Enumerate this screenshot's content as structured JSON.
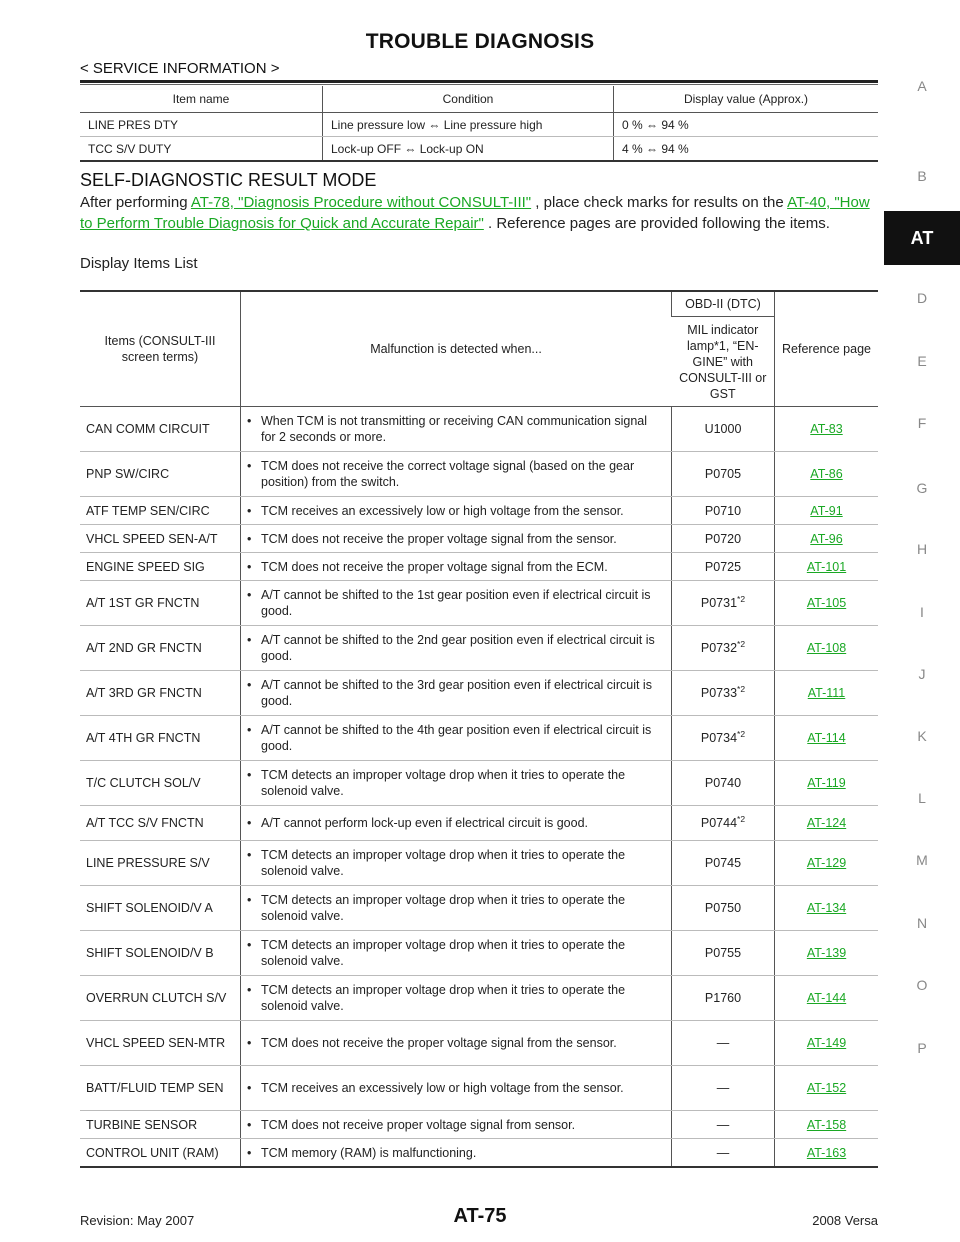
{
  "header": {
    "title": "TROUBLE DIAGNOSIS",
    "section": "< SERVICE INFORMATION >"
  },
  "display_table": {
    "headers": [
      "Item name",
      "Condition",
      "Display value (Approx.)"
    ],
    "rows": [
      [
        "LINE PRES DTY",
        "Line pressure low ⇔ Line pressure high",
        "0 % ⇔ 94 %"
      ],
      [
        "TCC S/V DUTY",
        "Lock-up OFF ⇔ Lock-up ON",
        "4 % ⇔ 94 %"
      ]
    ]
  },
  "self_diag": {
    "heading": "SELF-DIAGNOSTIC RESULT MODE",
    "text_before": "After performing ",
    "link1": "AT-78, \"Diagnosis Procedure without CONSULT-III\"",
    "text_middle": " , place check marks for results on the ",
    "link2": "AT-40, \"How to Perform Trouble Diagnosis for Quick and Accurate Repair\"",
    "text_after": " . Reference pages are provided following the items.",
    "display_items_label": "Display Items List"
  },
  "items_table": {
    "headers": {
      "items": "Items (CONSULT-III screen terms)",
      "malfunction": "Malfunction is detected when...",
      "obd": "OBD-II (DTC)",
      "mil": "MIL indicator lamp*1, “EN-GINE” with CONSULT-III or GST",
      "reference": "Reference page"
    },
    "bullet": "•",
    "rows": [
      {
        "item": "CAN COMM CIRCUIT",
        "malfunction": "When TCM is not transmitting or receiving CAN communication signal for 2 seconds or more.",
        "dtc": "U1000",
        "dtc_note": "",
        "ref": "AT-83"
      },
      {
        "item": "PNP SW/CIRC",
        "malfunction": "TCM does not receive the correct voltage signal (based on the gear position) from the switch.",
        "dtc": "P0705",
        "dtc_note": "",
        "ref": "AT-86"
      },
      {
        "item": "ATF TEMP SEN/CIRC",
        "malfunction": "TCM receives an excessively low or high voltage from the sensor.",
        "dtc": "P0710",
        "dtc_note": "",
        "ref": "AT-91"
      },
      {
        "item": "VHCL SPEED SEN-A/T",
        "malfunction": "TCM does not receive the proper voltage signal from the sensor.",
        "dtc": "P0720",
        "dtc_note": "",
        "ref": "AT-96"
      },
      {
        "item": "ENGINE SPEED SIG",
        "malfunction": "TCM does not receive the proper voltage signal from the ECM.",
        "dtc": "P0725",
        "dtc_note": "",
        "ref": "AT-101"
      },
      {
        "item": "A/T 1ST GR FNCTN",
        "malfunction": "A/T cannot be shifted to the 1st gear position even if electrical circuit is good.",
        "dtc": "P0731",
        "dtc_note": "*2",
        "ref": "AT-105"
      },
      {
        "item": "A/T 2ND GR FNCTN",
        "malfunction": "A/T cannot be shifted to the 2nd gear position even if electrical circuit is good.",
        "dtc": "P0732",
        "dtc_note": "*2",
        "ref": "AT-108"
      },
      {
        "item": "A/T 3RD GR FNCTN",
        "malfunction": "A/T cannot be shifted to the 3rd gear position even if electrical circuit is good.",
        "dtc": "P0733",
        "dtc_note": "*2",
        "ref": "AT-111"
      },
      {
        "item": "A/T 4TH GR FNCTN",
        "malfunction": "A/T cannot be shifted to the 4th gear position even if electrical circuit is good.",
        "dtc": "P0734",
        "dtc_note": "*2",
        "ref": "AT-114"
      },
      {
        "item": "T/C CLUTCH SOL/V",
        "malfunction": "TCM detects an improper voltage drop when it tries to operate the solenoid valve.",
        "dtc": "P0740",
        "dtc_note": "",
        "ref": "AT-119"
      },
      {
        "item": "A/T TCC S/V FNCTN",
        "malfunction": "A/T cannot perform lock-up even if electrical circuit is good.",
        "dtc": "P0744",
        "dtc_note": "*2",
        "ref": "AT-124"
      },
      {
        "item": "LINE PRESSURE S/V",
        "malfunction": "TCM detects an improper voltage drop when it tries to operate the solenoid valve.",
        "dtc": "P0745",
        "dtc_note": "",
        "ref": "AT-129"
      },
      {
        "item": "SHIFT SOLENOID/V A",
        "malfunction": "TCM detects an improper voltage drop when it tries to operate the solenoid valve.",
        "dtc": "P0750",
        "dtc_note": "",
        "ref": "AT-134"
      },
      {
        "item": "SHIFT SOLENOID/V B",
        "malfunction": "TCM detects an improper voltage drop when it tries to operate the solenoid valve.",
        "dtc": "P0755",
        "dtc_note": "",
        "ref": "AT-139"
      },
      {
        "item": "OVERRUN CLUTCH S/V",
        "malfunction": "TCM detects an improper voltage drop when it tries to operate the solenoid valve.",
        "dtc": "P1760",
        "dtc_note": "",
        "ref": "AT-144"
      },
      {
        "item": "VHCL SPEED SEN-MTR",
        "malfunction": "TCM does not receive the proper voltage signal from the sensor.",
        "dtc": "—",
        "dtc_note": "",
        "ref": "AT-149"
      },
      {
        "item": "BATT/FLUID TEMP SEN",
        "malfunction": "TCM receives an excessively low or high voltage from the sensor.",
        "dtc": "—",
        "dtc_note": "",
        "ref": "AT-152"
      },
      {
        "item": "TURBINE SENSOR",
        "malfunction": "TCM does not receive proper voltage signal from sensor.",
        "dtc": "—",
        "dtc_note": "",
        "ref": "AT-158"
      },
      {
        "item": "CONTROL UNIT (RAM)",
        "malfunction": "TCM memory (RAM) is malfunctioning.",
        "dtc": "—",
        "dtc_note": "",
        "ref": "AT-163"
      }
    ]
  },
  "side_index": {
    "letters": [
      "A",
      "B",
      "D",
      "E",
      "F",
      "G",
      "H",
      "I",
      "J",
      "K",
      "L",
      "M",
      "N",
      "O",
      "P"
    ],
    "active": "AT"
  },
  "footer": {
    "revision": "Revision: May 2007",
    "page": "AT-75",
    "model": "2008 Versa"
  },
  "colors": {
    "link": "#1aa824",
    "tab_bg": "#111111",
    "side_letter": "#888888"
  }
}
